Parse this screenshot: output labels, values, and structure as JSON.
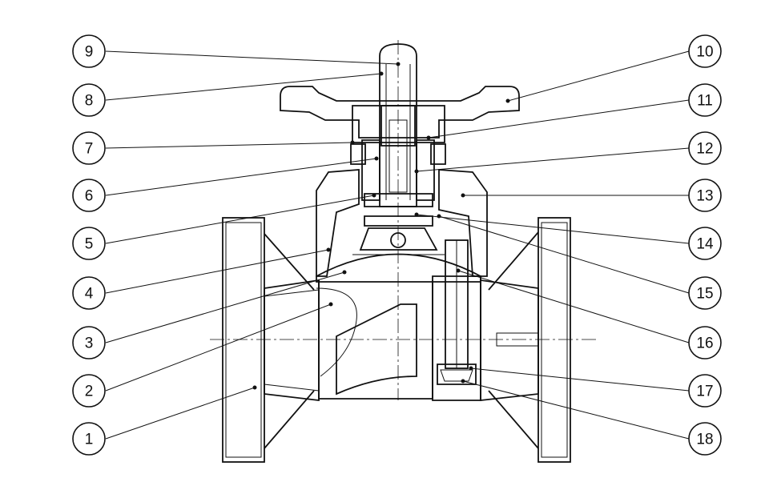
{
  "diagram": {
    "callouts": [
      {
        "label": "1"
      },
      {
        "label": "2"
      },
      {
        "label": "3"
      },
      {
        "label": "4"
      },
      {
        "label": "5"
      },
      {
        "label": "6"
      },
      {
        "label": "7"
      },
      {
        "label": "8"
      },
      {
        "label": "9"
      },
      {
        "label": "10"
      },
      {
        "label": "11"
      },
      {
        "label": "12"
      },
      {
        "label": "13"
      },
      {
        "label": "14"
      },
      {
        "label": "15"
      },
      {
        "label": "16"
      },
      {
        "label": "17"
      },
      {
        "label": "18"
      }
    ],
    "colors": {
      "line": "#111111",
      "background": "#ffffff"
    }
  }
}
